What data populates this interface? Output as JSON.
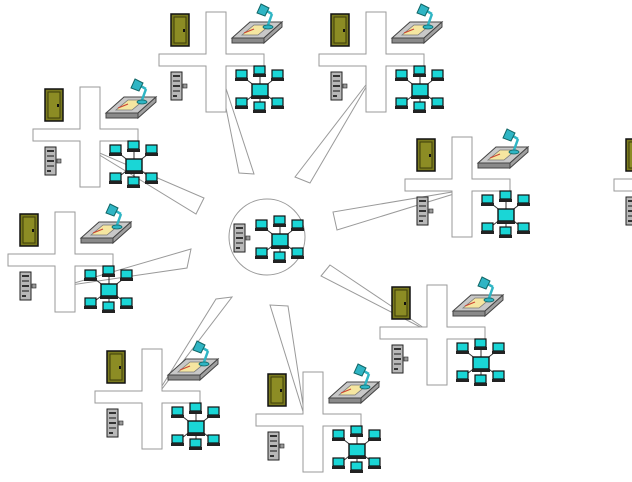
{
  "diagram": {
    "hub": {
      "icons": [
        "server-icon",
        "network-icon"
      ]
    },
    "nodes": [
      {
        "id": "node-1",
        "icons": [
          "door-icon",
          "desk-lamp-icon",
          "server-icon",
          "network-icon"
        ]
      },
      {
        "id": "node-2",
        "icons": [
          "door-icon",
          "desk-lamp-icon",
          "server-icon",
          "network-icon"
        ]
      },
      {
        "id": "node-3",
        "icons": [
          "door-icon",
          "desk-lamp-icon",
          "server-icon",
          "network-icon"
        ]
      },
      {
        "id": "node-4",
        "icons": [
          "door-icon",
          "desk-lamp-icon",
          "server-icon",
          "network-icon"
        ]
      },
      {
        "id": "node-5",
        "icons": [
          "door-icon",
          "desk-lamp-icon",
          "server-icon",
          "network-icon"
        ]
      },
      {
        "id": "node-6",
        "icons": [
          "door-icon",
          "desk-lamp-icon",
          "server-icon",
          "network-icon"
        ]
      },
      {
        "id": "node-7",
        "icons": [
          "door-icon",
          "desk-lamp-icon",
          "server-icon",
          "network-icon"
        ]
      },
      {
        "id": "node-8",
        "icons": [
          "door-icon",
          "desk-lamp-icon",
          "server-icon",
          "network-icon"
        ]
      },
      {
        "id": "node-9-partial",
        "icons": [
          "door-icon",
          "desk-lamp-icon",
          "server-icon",
          "network-icon"
        ]
      }
    ],
    "colors": {
      "door": "#7a7a1e",
      "door_dark": "#3d3d0a",
      "lamp": "#2fb5c4",
      "monitor": "#1ad6d6",
      "desk": "#c8c8c8",
      "paper": "#f5e6a0",
      "line": "#9a9a9a",
      "server": "#b8b8b8"
    }
  }
}
